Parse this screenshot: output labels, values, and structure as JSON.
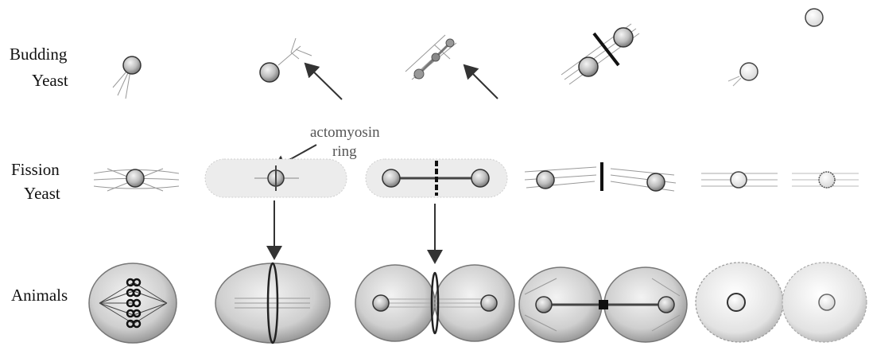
{
  "rows": {
    "budding": {
      "line1": "Budding",
      "line2": "Yeast"
    },
    "fission": {
      "line1": "Fission",
      "line2": "Yeast"
    },
    "animals": {
      "label": "Animals"
    }
  },
  "annotation": {
    "line1": "actomyosin",
    "line2": "ring"
  },
  "colors": {
    "nucleus_fill": "#bdbdbd",
    "nucleus_stroke": "#333333",
    "ring": "#111111",
    "arrow": "#333333",
    "cell_shade": "#c8c8c8",
    "fiber": "#888888"
  }
}
